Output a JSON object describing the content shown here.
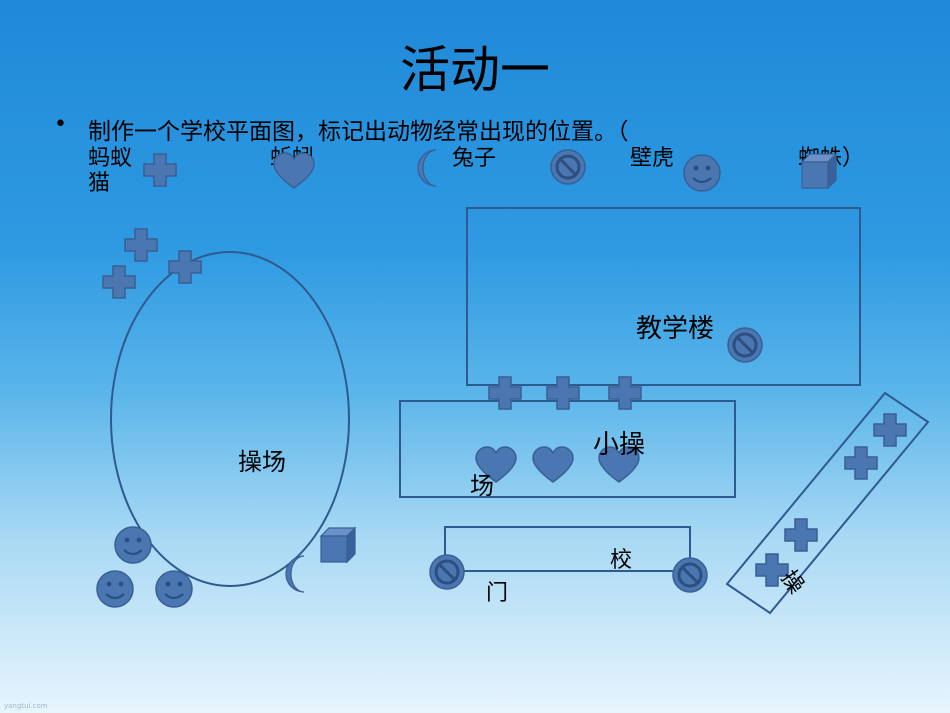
{
  "slide": {
    "title": "活动一",
    "bullet": "制作一个学校平面图，标记出动物经常出现的位置。（",
    "legend": {
      "ant": "蚂蚁",
      "earthworm": "蚯蚓",
      "rabbit": "兔子",
      "gecko": "壁虎",
      "spider": "蜘蛛）",
      "cat": "猫"
    },
    "map": {
      "playground": "操场",
      "teaching_building": "教学楼",
      "small_playground_line1": "小操",
      "small_playground_line2": "场",
      "school_gate_line1": "校",
      "school_gate_line2": "门",
      "side_label": "操"
    },
    "corner_mark": "yangtui.com"
  },
  "colors": {
    "marker_fill": "#4a76b2",
    "marker_stroke": "#3a5f92",
    "outline": "#2f5a8f"
  },
  "icons": {
    "ant": "plus-icon",
    "earthworm": "heart-icon",
    "rabbit": "crescent-icon",
    "gecko": "no-symbol-icon",
    "spider": "smiley-icon",
    "cat": "cube-icon"
  }
}
